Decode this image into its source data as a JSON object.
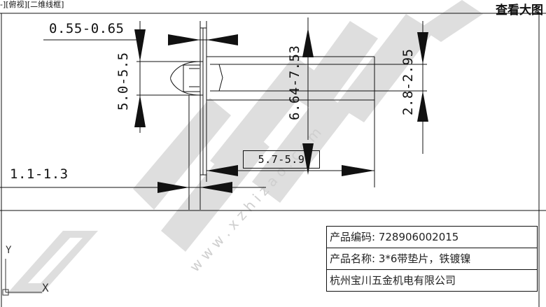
{
  "header": {
    "viewport_tabs": "-][俯视][二维线框]",
    "view_large_label": "查看大图"
  },
  "dimensions": {
    "washer_thickness": "0.55-0.65",
    "head_diameter": "5.0-5.5",
    "washer_diameter": "6.64-7.53",
    "shank_diameter": "2.8-2.95",
    "shank_length": "5.7-5.9",
    "head_height": "1.1-1.3"
  },
  "info_table": {
    "product_code": "产品编码: 728906002015",
    "product_name": "产品名称: 3*6带垫片，铁镀镍",
    "company": "杭州宝川五金机电有限公司"
  },
  "ucs": {
    "y_label": "Y",
    "x_label": "X"
  },
  "colors": {
    "line": "#111111",
    "watermark": "#c8c8c8",
    "background": "#ffffff"
  }
}
